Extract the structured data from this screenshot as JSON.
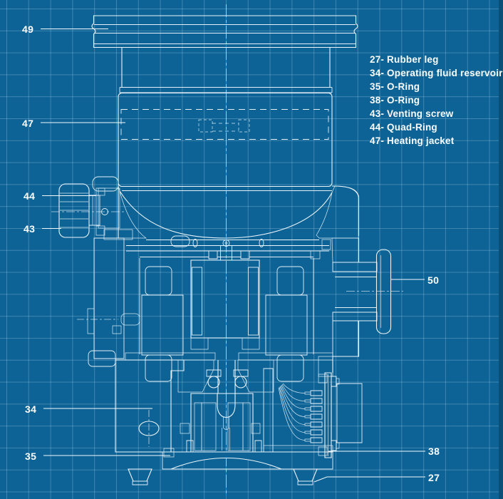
{
  "canvas": {
    "style": "blueprint",
    "background_color": "#0d6396",
    "grid_color": "#b2d5eb",
    "line_color": "#edf5fa",
    "text_color": "#fafdff"
  },
  "legend": {
    "items": [
      {
        "text": "27- Rubber leg"
      },
      {
        "text": "34- Operating fluid reservoir"
      },
      {
        "text": "35- O-Ring"
      },
      {
        "text": "38- O-Ring"
      },
      {
        "text": "43- Venting screw"
      },
      {
        "text": "44- Quad-Ring"
      },
      {
        "text": "47- Heating jacket"
      }
    ]
  },
  "callouts": {
    "items": [
      {
        "number": "49"
      },
      {
        "number": "47"
      },
      {
        "number": "44"
      },
      {
        "number": "43"
      },
      {
        "number": "34"
      },
      {
        "number": "35"
      },
      {
        "number": "50"
      },
      {
        "number": "38"
      },
      {
        "number": "27"
      }
    ]
  }
}
